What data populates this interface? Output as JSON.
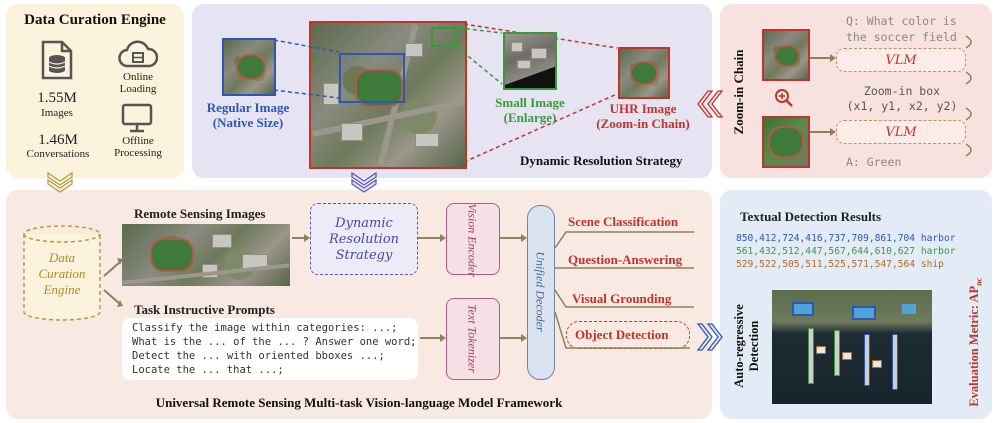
{
  "data_engine": {
    "title": "Data Curation Engine",
    "online": [
      "Online",
      "Loading"
    ],
    "offline": [
      "Offline",
      "Processing"
    ],
    "images_count": "1.55M",
    "images_label": "Images",
    "conv_count": "1.46M",
    "conv_label": "Conversations"
  },
  "dynamic": {
    "regular_label": [
      "Regular Image",
      "(Native Size)"
    ],
    "small_label": [
      "Small Image",
      "(Enlarge)"
    ],
    "uhr_label": [
      "UHR Image",
      "(Zoom-in Chain)"
    ],
    "caption": "Dynamic Resolution Strategy"
  },
  "zoom": {
    "side_label": "Zoom-in Chain",
    "question": [
      "Q: What color is",
      "the soccer field"
    ],
    "vlm_1": "VLM",
    "zoom_box": [
      "Zoom-in box",
      "(x1, y1, x2, y2)"
    ],
    "vlm_2": "VLM",
    "answer": "A: Green"
  },
  "framework": {
    "engine_label": [
      "Data",
      "Curation",
      "Engine"
    ],
    "rs_images_title": "Remote Sensing Images",
    "dyn_strategy": [
      "Dynamic",
      "Resolution",
      "Strategy"
    ],
    "vision_encoder": "Vision Encoder",
    "text_tokenizer": "Text Tokenizer",
    "unified_decoder": "Unified Decoder",
    "prompts_title": "Task Instructive Prompts",
    "prompts": [
      "Classify the image within categories: ...;",
      "What is the ... of the ... ? Answer one word;",
      "Detect the ... with oriented bboxes ...;",
      "Locate the ... that ...;"
    ],
    "tasks": [
      "Scene Classification",
      "Question-Answering",
      "Visual Grounding",
      "Object Detection"
    ],
    "caption": "Universal Remote Sensing Multi-task Vision-language Model Framework"
  },
  "detection": {
    "title": "Textual Detection Results",
    "lines": [
      {
        "coords": "850,412,724,416,737,709,861,704",
        "cls": "harbor"
      },
      {
        "coords": "561,432,512,447,567,644,610,627",
        "cls": "harbor"
      },
      {
        "coords": "529,522,505,511,525,571,547,564",
        "cls": "ship"
      }
    ],
    "left_label": [
      "Auto-regressive",
      "Detection"
    ],
    "right_label": "Evaluation Metric: AP",
    "right_sub": "nc"
  },
  "colors": {
    "engine_bg": "#fbf3dc",
    "dynamic_bg": "#e6e4f3",
    "zoom_bg": "#f8e2e0",
    "framework_bg": "#f8e9e3",
    "detection_bg": "#e3ecf6",
    "red": "#c0342a",
    "blue": "#2d56b6",
    "green": "#3a9a3a",
    "olive": "#8c8358"
  }
}
